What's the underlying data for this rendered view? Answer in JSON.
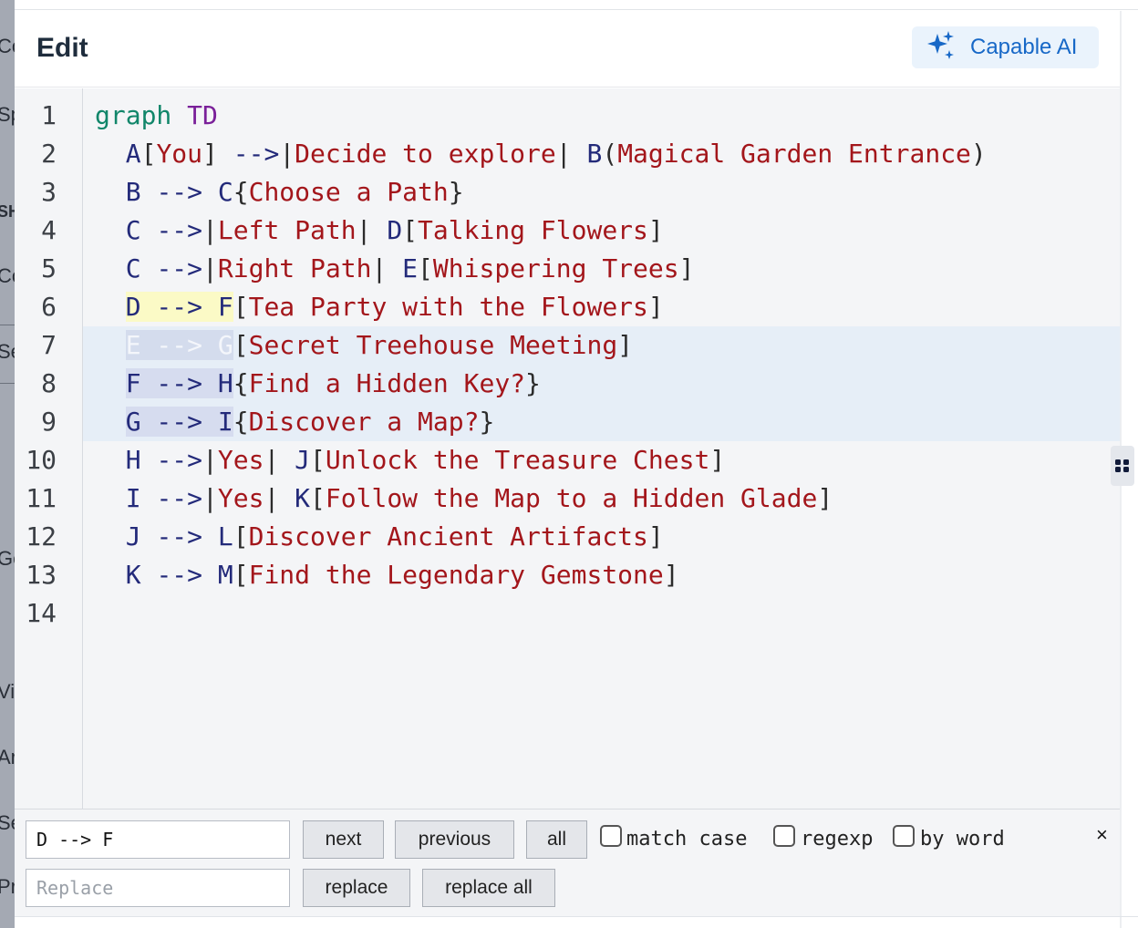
{
  "background": {
    "fragments": [
      "Co",
      "Sp",
      "SH",
      "Co",
      "Se",
      "Ge",
      "Vi",
      "Ar",
      "Se",
      "Pr"
    ]
  },
  "header": {
    "title": "Edit",
    "ai_button_label": "Capable AI",
    "ai_icon": "sparkle-icon",
    "accent_color": "#1768c7"
  },
  "editor": {
    "line_numbers": [
      "1",
      "2",
      "3",
      "4",
      "5",
      "6",
      "7",
      "8",
      "9",
      "10",
      "11",
      "12",
      "13",
      "14"
    ],
    "lines": [
      [
        [
          "kw",
          "graph"
        ],
        [
          "br",
          " "
        ],
        [
          "kw2",
          "TD"
        ]
      ],
      [
        [
          "br",
          "  "
        ],
        [
          "id",
          "A"
        ],
        [
          "br",
          "["
        ],
        [
          "tx",
          "You"
        ],
        [
          "br",
          "] "
        ],
        [
          "id",
          "-->"
        ],
        [
          "br",
          "|"
        ],
        [
          "tx",
          "Decide to explore"
        ],
        [
          "br",
          "| "
        ],
        [
          "id",
          "B"
        ],
        [
          "br",
          "("
        ],
        [
          "tx",
          "Magical Garden Entrance"
        ],
        [
          "br",
          ")"
        ]
      ],
      [
        [
          "br",
          "  "
        ],
        [
          "id",
          "B"
        ],
        [
          "br",
          " "
        ],
        [
          "id",
          "-->"
        ],
        [
          "br",
          " "
        ],
        [
          "id",
          "C"
        ],
        [
          "br",
          "{"
        ],
        [
          "tx",
          "Choose a Path"
        ],
        [
          "br",
          "}"
        ]
      ],
      [
        [
          "br",
          "  "
        ],
        [
          "id",
          "C"
        ],
        [
          "br",
          " "
        ],
        [
          "id",
          "-->"
        ],
        [
          "br",
          "|"
        ],
        [
          "tx",
          "Left Path"
        ],
        [
          "br",
          "| "
        ],
        [
          "id",
          "D"
        ],
        [
          "br",
          "["
        ],
        [
          "tx",
          "Talking Flowers"
        ],
        [
          "br",
          "]"
        ]
      ],
      [
        [
          "br",
          "  "
        ],
        [
          "id",
          "C"
        ],
        [
          "br",
          " "
        ],
        [
          "id",
          "-->"
        ],
        [
          "br",
          "|"
        ],
        [
          "tx",
          "Right Path"
        ],
        [
          "br",
          "| "
        ],
        [
          "id",
          "E"
        ],
        [
          "br",
          "["
        ],
        [
          "tx",
          "Whispering Trees"
        ],
        [
          "br",
          "]"
        ]
      ],
      [
        [
          "br",
          "  "
        ],
        [
          "match",
          "D --> F"
        ],
        [
          "br",
          "["
        ],
        [
          "tx",
          "Tea Party with the Flowers"
        ],
        [
          "br",
          "]"
        ]
      ],
      [
        [
          "br",
          "  "
        ],
        [
          "seldim",
          "E --> G"
        ],
        [
          "br",
          "["
        ],
        [
          "tx",
          "Secret Treehouse Meeting"
        ],
        [
          "br",
          "]"
        ]
      ],
      [
        [
          "br",
          "  "
        ],
        [
          "sel",
          "F --> H"
        ],
        [
          "br",
          "{"
        ],
        [
          "tx",
          "Find a Hidden Key?"
        ],
        [
          "br",
          "}"
        ]
      ],
      [
        [
          "br",
          "  "
        ],
        [
          "sel",
          "G --> I"
        ],
        [
          "br",
          "{"
        ],
        [
          "tx",
          "Discover a Map?"
        ],
        [
          "br",
          "}"
        ]
      ],
      [
        [
          "br",
          "  "
        ],
        [
          "id",
          "H"
        ],
        [
          "br",
          " "
        ],
        [
          "id",
          "-->"
        ],
        [
          "br",
          "|"
        ],
        [
          "tx",
          "Yes"
        ],
        [
          "br",
          "| "
        ],
        [
          "id",
          "J"
        ],
        [
          "br",
          "["
        ],
        [
          "tx",
          "Unlock the Treasure Chest"
        ],
        [
          "br",
          "]"
        ]
      ],
      [
        [
          "br",
          "  "
        ],
        [
          "id",
          "I"
        ],
        [
          "br",
          " "
        ],
        [
          "id",
          "-->"
        ],
        [
          "br",
          "|"
        ],
        [
          "tx",
          "Yes"
        ],
        [
          "br",
          "| "
        ],
        [
          "id",
          "K"
        ],
        [
          "br",
          "["
        ],
        [
          "tx",
          "Follow the Map to a Hidden Glade"
        ],
        [
          "br",
          "]"
        ]
      ],
      [
        [
          "br",
          "  "
        ],
        [
          "id",
          "J"
        ],
        [
          "br",
          " "
        ],
        [
          "id",
          "-->"
        ],
        [
          "br",
          " "
        ],
        [
          "id",
          "L"
        ],
        [
          "br",
          "["
        ],
        [
          "tx",
          "Discover Ancient Artifacts"
        ],
        [
          "br",
          "]"
        ]
      ],
      [
        [
          "br",
          "  "
        ],
        [
          "id",
          "K"
        ],
        [
          "br",
          " "
        ],
        [
          "id",
          "-->"
        ],
        [
          "br",
          " "
        ],
        [
          "id",
          "M"
        ],
        [
          "br",
          "["
        ],
        [
          "tx",
          "Find the Legendary Gemstone"
        ],
        [
          "br",
          "]"
        ]
      ],
      []
    ]
  },
  "search": {
    "find_value": "D --> F",
    "replace_placeholder": "Replace",
    "next_label": "next",
    "previous_label": "previous",
    "all_label": "all",
    "match_case_label": "match case",
    "regexp_label": "regexp",
    "by_word_label": "by word",
    "replace_label": "replace",
    "replace_all_label": "replace all",
    "close_label": "×"
  }
}
